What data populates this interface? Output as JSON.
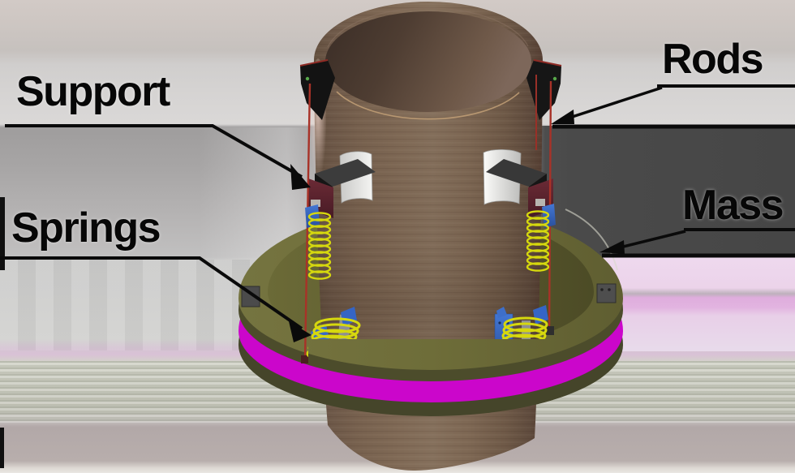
{
  "figure": {
    "labels": {
      "support": "Support",
      "rods": "Rods",
      "springs": "Springs",
      "mass": "Mass"
    },
    "colors": {
      "annotation_black": "#0a0a0a",
      "mass_ring_magenta": "#cb06cb",
      "ring_top_olive": "#6f6e3a",
      "ring_front_olive": "#4a4a29",
      "spring_yellow": "#d6d80e",
      "rod_red": "#a83228",
      "support_maroon": "#5e2630",
      "mount_blue": "#3565c5",
      "cylinder_brown": "#7b6353"
    }
  }
}
